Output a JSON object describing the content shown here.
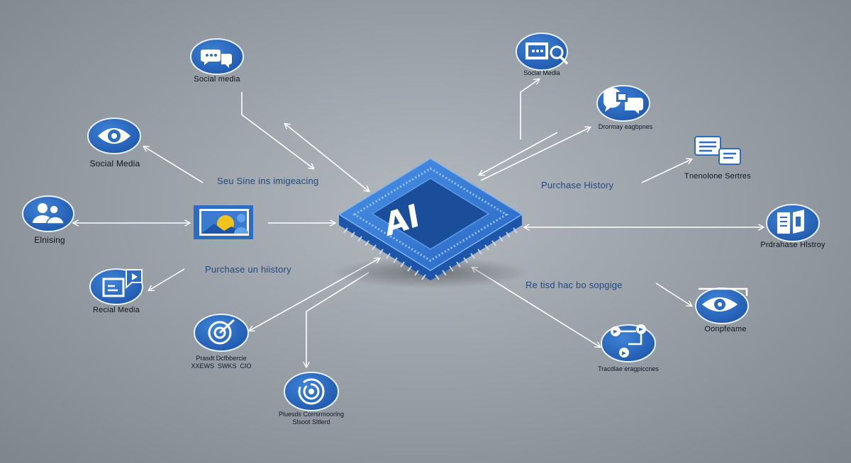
{
  "center": {
    "label": "AI"
  },
  "nodes": [
    {
      "id": "n1",
      "label": "Social media",
      "icon": "chat-bubbles-icon"
    },
    {
      "id": "n2",
      "label": "Social Media",
      "icon": "eye-icon"
    },
    {
      "id": "n3",
      "label": "Elnising",
      "icon": "users-icon"
    },
    {
      "id": "n4",
      "label": "Recial Media",
      "icon": "edit-screen-icon"
    },
    {
      "id": "n5",
      "label": "Prasdt Dcfbbercie\nXXEWS  SWKS  CIO",
      "icon": "target-icon"
    },
    {
      "id": "n6",
      "label": "Pluesds Corrsrmoorlng\nSlsoot Sltlerd",
      "icon": "spiral-icon"
    },
    {
      "id": "n7",
      "label": "Soclal Medla",
      "icon": "monitor-search-icon"
    },
    {
      "id": "n8",
      "label": "Drormay eagbpnes",
      "icon": "chat-screen-icon"
    },
    {
      "id": "n9",
      "label": "Tnenolone Sertres",
      "icon": "documents-icon"
    },
    {
      "id": "n10",
      "label": "Prdrahase Hlstroy",
      "icon": "book-icon"
    },
    {
      "id": "n11",
      "label": "Oonpfeame",
      "icon": "eye-screen-icon"
    },
    {
      "id": "n12",
      "label": "Tracdlae eragpiccnes",
      "icon": "flow-icon"
    }
  ],
  "image_tile": {
    "icon": "image-user-icon"
  },
  "edge_labels": {
    "top_left": "Seu Sine ins imigeacing",
    "left": "Purchase un hiistory",
    "right": "Purchase History",
    "bottom_right": "Re tisd hac bo sopgige"
  },
  "colors": {
    "icon_blue": "#2d6cc0",
    "icon_border": "#ffffff",
    "chip_blue": "#3178d3",
    "chip_dark": "#1d56a8",
    "arrow": "#ffffff"
  }
}
